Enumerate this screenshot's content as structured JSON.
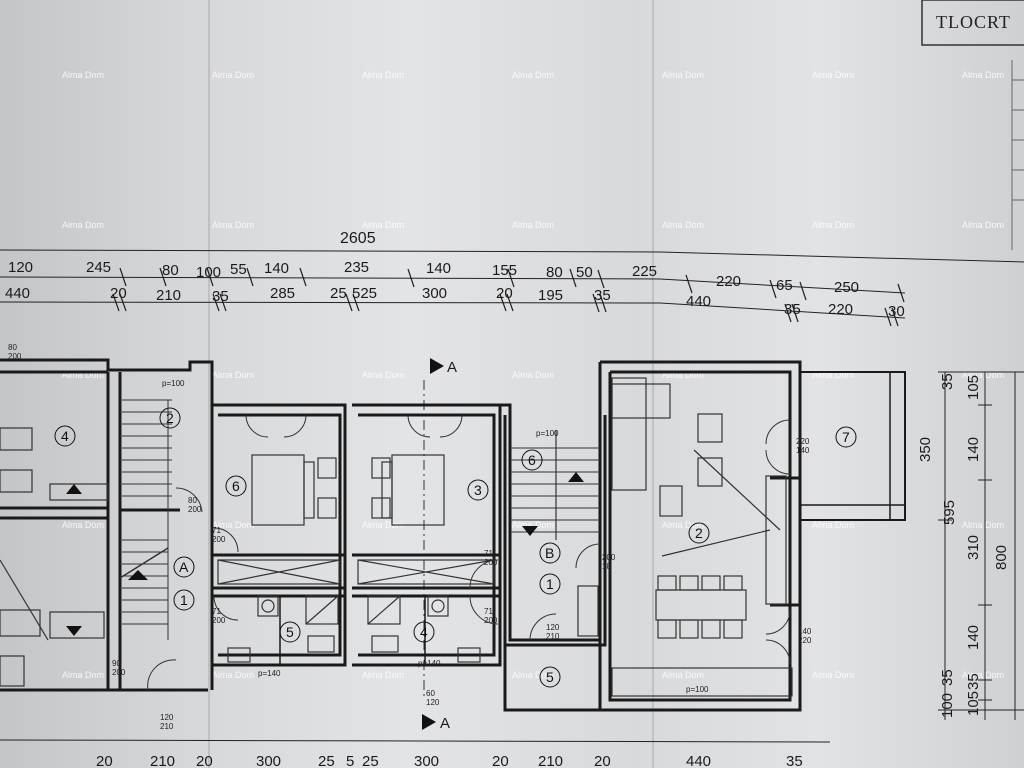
{
  "title_block": {
    "text": "TLOCRT"
  },
  "watermark": {
    "text": "Alma Dom"
  },
  "section_markers": {
    "top": "A",
    "bottom": "A"
  },
  "dimensions": {
    "overall": "2605",
    "row1": [
      "120",
      "245",
      "80",
      "100",
      "55",
      "140",
      "235",
      "140",
      "155",
      "80",
      "50",
      "225",
      "220",
      "65",
      "250"
    ],
    "row2": [
      "440",
      "20",
      "210",
      "35",
      "285",
      "25",
      "525",
      "300",
      "20",
      "195",
      "35",
      "440",
      "35",
      "220",
      "30"
    ],
    "bottom": [
      "20",
      "210",
      "20",
      "300",
      "25",
      "5",
      "25",
      "300",
      "20",
      "210",
      "20",
      "440",
      "35"
    ],
    "right_outer": [
      "350",
      "595",
      "800"
    ],
    "right_inner": [
      "35",
      "105",
      "140",
      "310",
      "140",
      "35",
      "100",
      "35",
      "105"
    ]
  },
  "rooms": {
    "r4_left": "4",
    "r2_stair_left": "2",
    "rA": "A",
    "r1_left": "1",
    "r6_left": "6",
    "r5_left": "5",
    "r3": "3",
    "r4_mid": "4",
    "r6_stair": "6",
    "rB": "B",
    "r1_mid": "1",
    "r5_bottom": "5",
    "r2_living": "2",
    "r7": "7"
  },
  "door_labels": {
    "d80_200": "80\n200",
    "d71_200": "71\n200",
    "p100": "p=100",
    "p140": "p=140",
    "d90_200": "90\n200",
    "d60_120": "60\n120",
    "d120_210": "120\n210",
    "d200_18": "200\n18",
    "d220_140": "220\n140",
    "d140_220": "140\n220",
    "d80_200b": "80\n200"
  }
}
